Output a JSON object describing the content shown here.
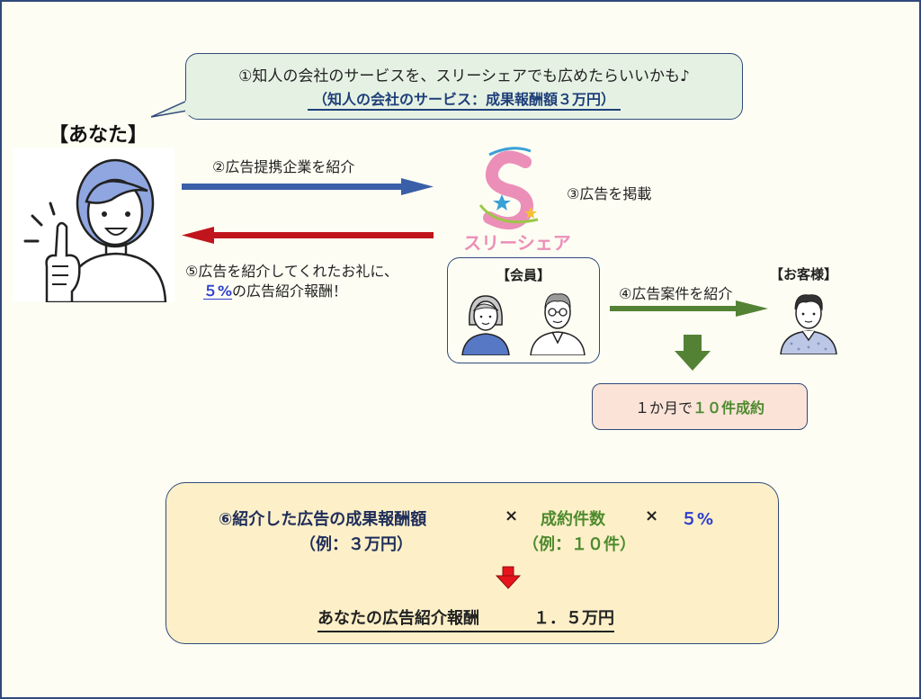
{
  "bubble": {
    "line1": "①知人の会社のサービスを、スリーシェアでも広めたらいいかも♪",
    "line2": "（知人の会社のサービス：成果報酬額３万円）"
  },
  "you_label": "【あなた】",
  "step2": "②広告提携企業を紹介",
  "step3": "③広告を掲載",
  "step5_line1": "⑤広告を紹介してくれたお礼に、",
  "step5_pct": "５%",
  "step5_rest": "の広告紹介報酬！",
  "logo_text": "スリーシェア",
  "members_label": "【会員】",
  "step4": "④広告案件を紹介",
  "customer_label": "【お客様】",
  "result": {
    "prefix": "１か月で",
    "highlight": "１０件成約"
  },
  "formula": {
    "term1": "⑥紹介した広告の成果報酬額",
    "times1": "×",
    "term2": "成約件数",
    "times2": "×",
    "term3": "５%",
    "ex1": "（例：３万円）",
    "ex2": "（例：１０件）",
    "result_label": "あなたの広告紹介報酬",
    "result_value": "１．５万円"
  },
  "colors": {
    "navy_arrow": "#3a5fa8",
    "red_arrow": "#c0151c",
    "green_arrow": "#548235",
    "down_arrow_red": "#e8141c",
    "frame": "#2f4a7a"
  }
}
